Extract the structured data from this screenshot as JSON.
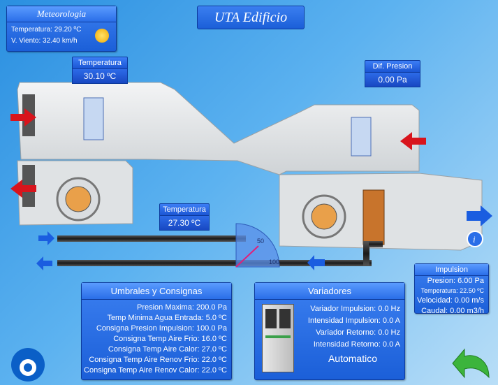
{
  "title": "UTA Edificio",
  "meteo": {
    "title": "Meteorologia",
    "temperature": "Temperatura: 29.20 ºC",
    "wind": "V. Viento: 32.40 km/h"
  },
  "temp_top": {
    "label": "Temperatura",
    "value": "30.10 ºC"
  },
  "dif_presion": {
    "label": "Dif. Presion",
    "value": "0.00 Pa"
  },
  "temp_mid": {
    "label": "Temperatura",
    "value": "27.30 ºC"
  },
  "impulsion": {
    "title": "Impulsion",
    "presion": "Presion: 6.00 Pa",
    "temperatura": "Temperatura: 22.50 ºC",
    "velocidad": "Velocidad: 0.00 m/s",
    "caudal": "Caudal: 0.00 m3/h"
  },
  "umbrales": {
    "title": "Umbrales y Consignas",
    "lines": [
      "Presion Maxima: 200.0 Pa",
      "Temp Minima Agua Entrada: 5.0 ºC",
      "Consigna Presion Impulsion: 100.0 Pa",
      "Consigna Temp Aire Frio: 16.0 ºC",
      "Consigna Temp Aire Calor: 27.0 ºC",
      "Consigna Temp Aire Renov Frio: 22.0 ºC",
      "Consigna Temp Aire Renov Calor: 22.0 ºC"
    ]
  },
  "variadores": {
    "title": "Variadores",
    "lines": [
      "Variador Impulsion: 0.0 Hz",
      "Intensidad Impulsion: 0.0 A",
      "Variador Retorno: 0.0 Hz",
      "Intensidad Retorno: 0.0 A"
    ],
    "mode": "Automatico"
  },
  "valve": {
    "tick_50": "50",
    "tick_100": "100"
  },
  "info_label": "i",
  "colors": {
    "panel": "#1f63dc",
    "duct": "#e6e8ea",
    "arrow_red": "#d8141c",
    "arrow_blue": "#1a5de0"
  }
}
